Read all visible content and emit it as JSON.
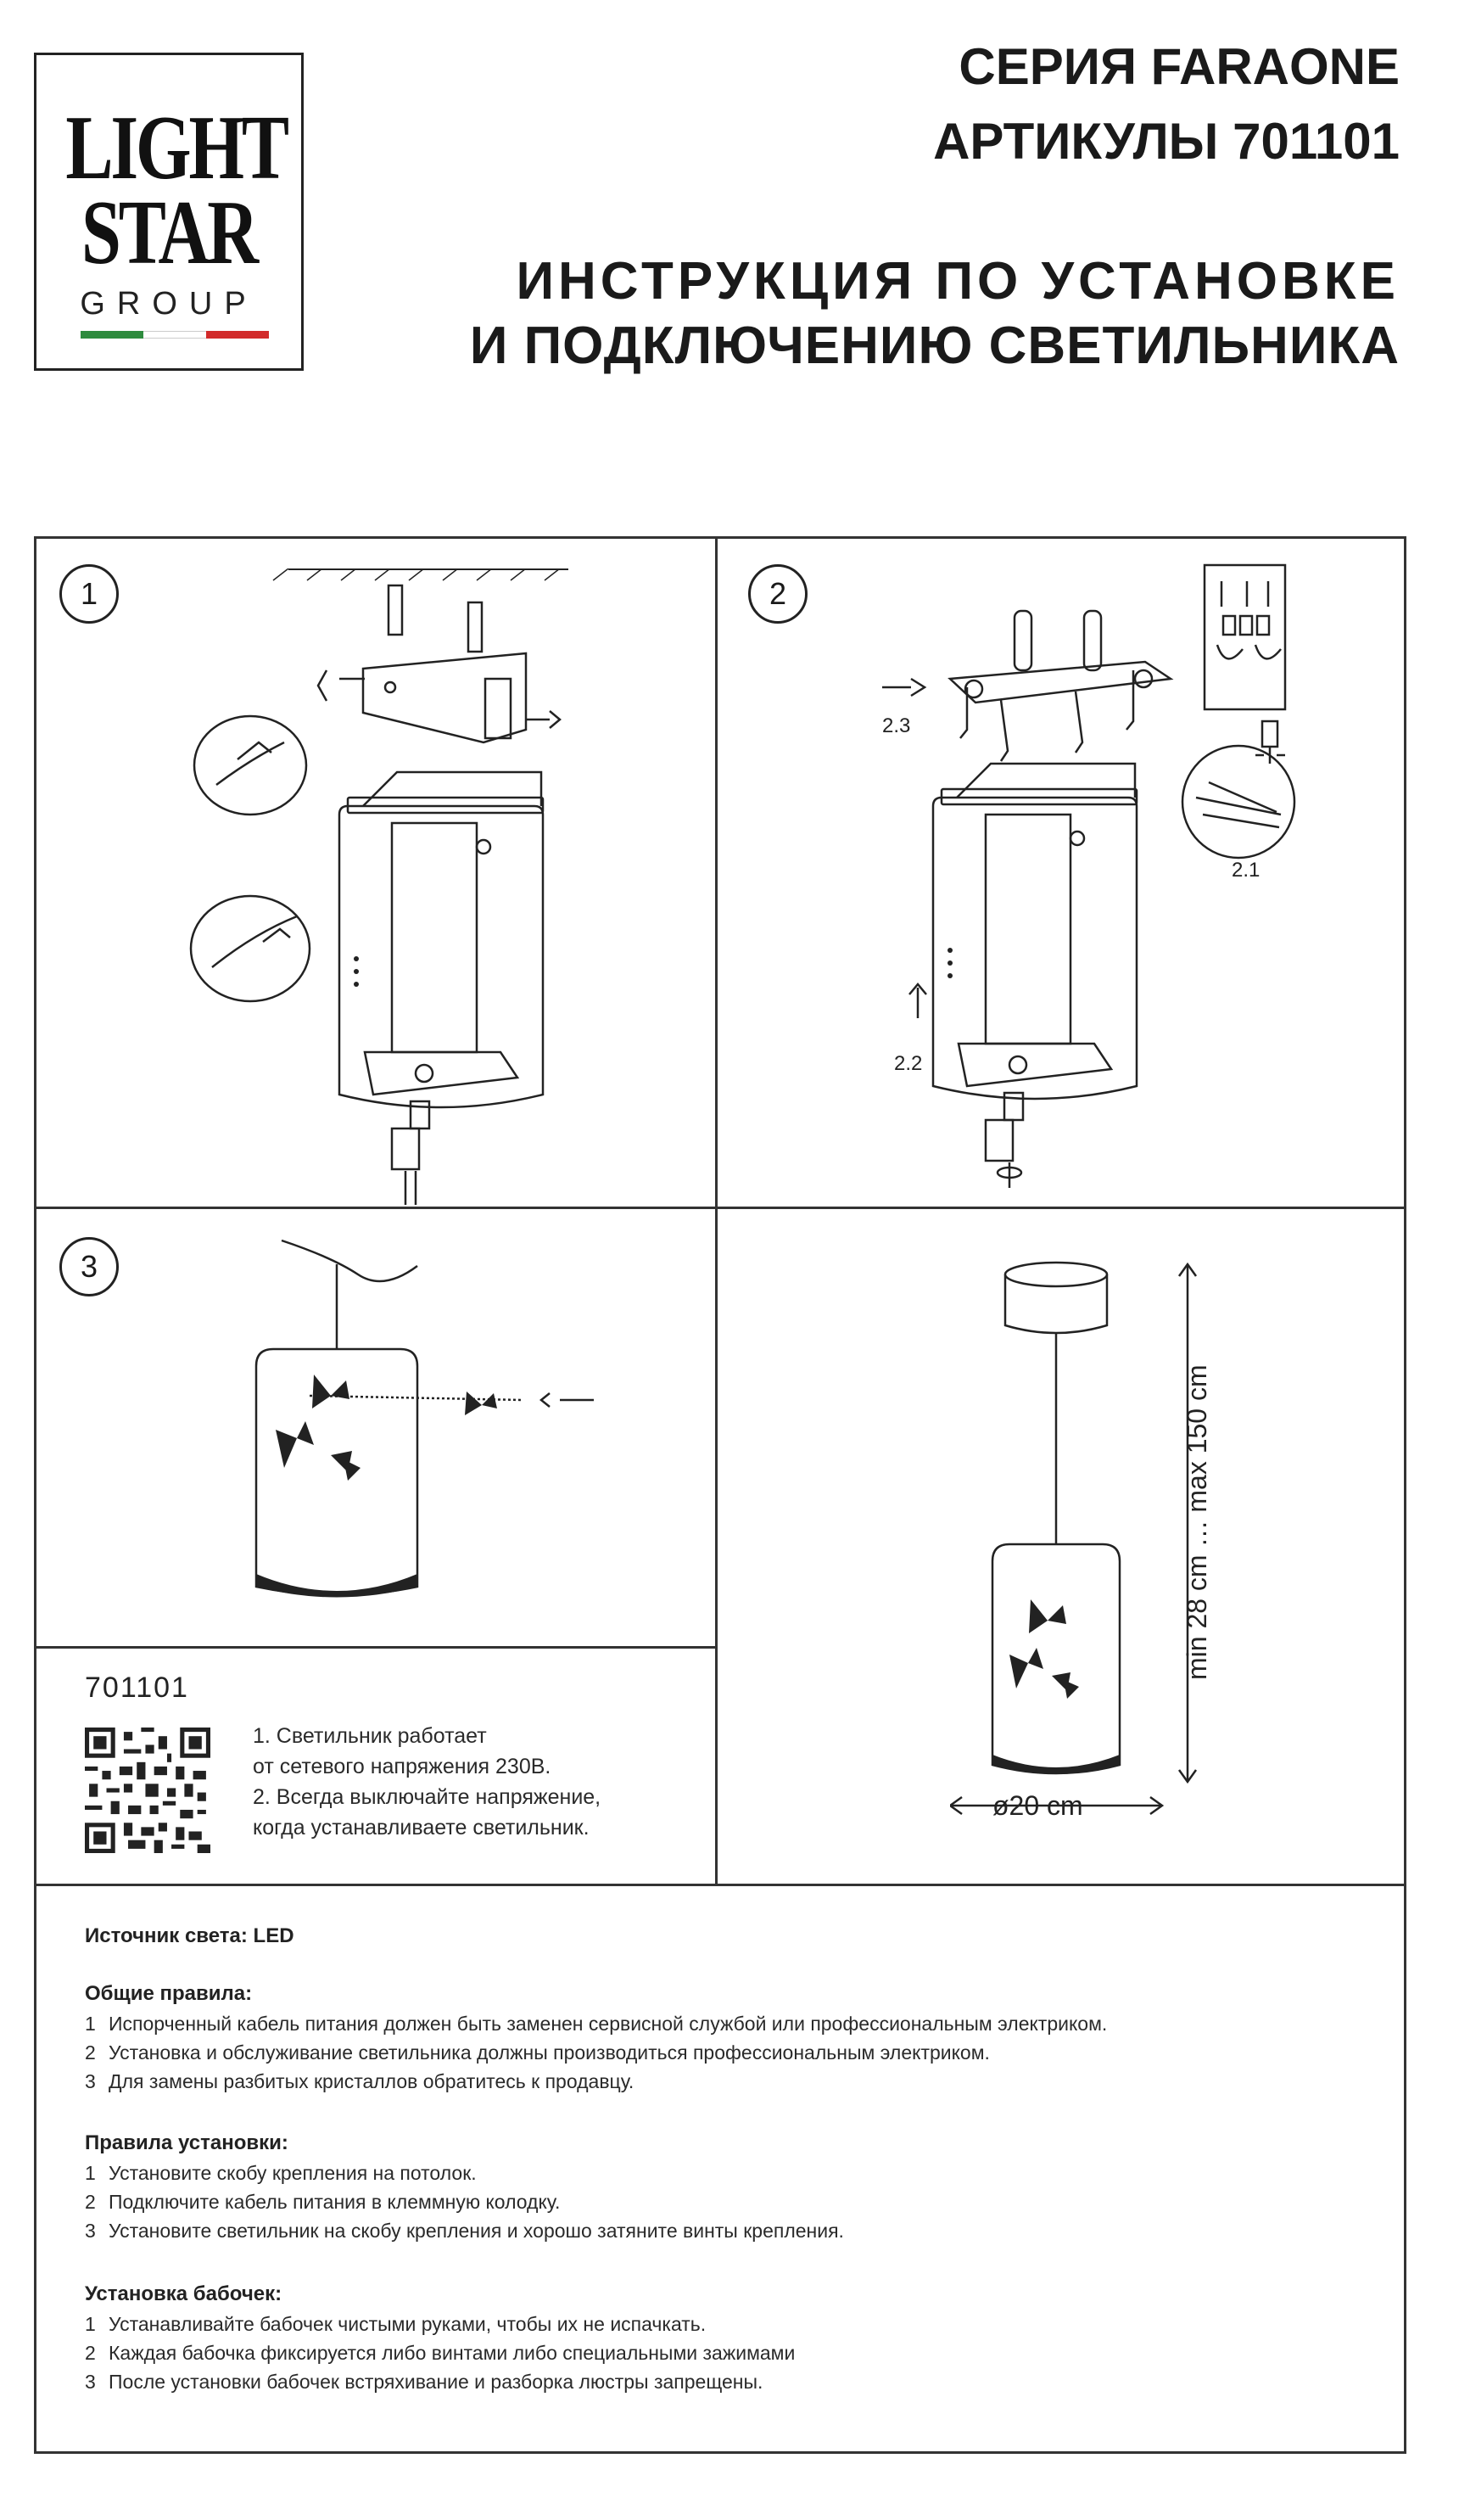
{
  "logo": {
    "line1": "LIGHT",
    "line2": "STAR",
    "line3": "GROUP",
    "flag_colors": [
      "#2e8b3e",
      "#ffffff",
      "#d22a2a"
    ]
  },
  "header": {
    "series": "СЕРИЯ FARAONE",
    "article": "АРТИКУЛЫ 701101",
    "title_line1": "ИНСТРУКЦИЯ ПО УСТАНОВКЕ",
    "title_line2": "И ПОДКЛЮЧЕНИЮ СВЕТИЛЬНИКА"
  },
  "steps": {
    "step1": "1",
    "step2": "2",
    "step3": "3",
    "label_2_1": "2.1",
    "label_2_2": "2.2",
    "label_2_3": "2.3"
  },
  "dimensions": {
    "height": "min 28 cm … max 150 cm",
    "diameter": "ø20 cm"
  },
  "safety": {
    "article_number": "701101",
    "notes": [
      "1. Светильник работает",
      "от сетевого напряжения 230В.",
      "2. Всегда выключайте напряжение,",
      "когда устанавливаете светильник."
    ]
  },
  "specs": {
    "light_source_label": "Источник света:",
    "light_source_value": "LED"
  },
  "general_rules": {
    "heading": "Общие правила:",
    "items": [
      {
        "num": "1",
        "text": "Испорченный кабель питания должен быть заменен сервисной службой или профессиональным электриком."
      },
      {
        "num": "2",
        "text": "Установка и обслуживание светильника должны производиться профессиональным электриком."
      },
      {
        "num": "3",
        "text": "Для замены разбитых кристаллов обратитесь к продавцу."
      }
    ]
  },
  "install_rules": {
    "heading": "Правила установки:",
    "items": [
      {
        "num": "1",
        "text": "Установите скобу крепления на потолок."
      },
      {
        "num": "2",
        "text": "Подключите кабель питания в клеммную колодку."
      },
      {
        "num": "3",
        "text": "Установите светильник на скобу крепления и хорошо затяните винты крепления."
      }
    ]
  },
  "butterfly_rules": {
    "heading": "Установка бабочек:",
    "items": [
      {
        "num": "1",
        "text": "Устанавливайте бабочек чистыми руками, чтобы их не испачкать."
      },
      {
        "num": "2",
        "text": "Каждая бабочка фиксируется либо винтами либо специальными зажимами"
      },
      {
        "num": "3",
        "text": "После установки бабочек встряхивание и разборка люстры запрещены."
      }
    ]
  }
}
